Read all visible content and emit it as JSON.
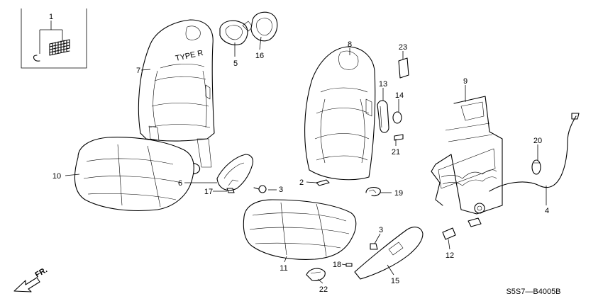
{
  "diagram": {
    "callouts": [
      "1",
      "2",
      "3",
      "3",
      "4",
      "5",
      "6",
      "7",
      "8",
      "9",
      "10",
      "11",
      "12",
      "13",
      "14",
      "15",
      "16",
      "17",
      "18",
      "19",
      "20",
      "21",
      "22",
      "23"
    ],
    "seat_badge": "TYPE R",
    "direction_label": "FR.",
    "drawing_code": "S5S7—B4005B"
  }
}
